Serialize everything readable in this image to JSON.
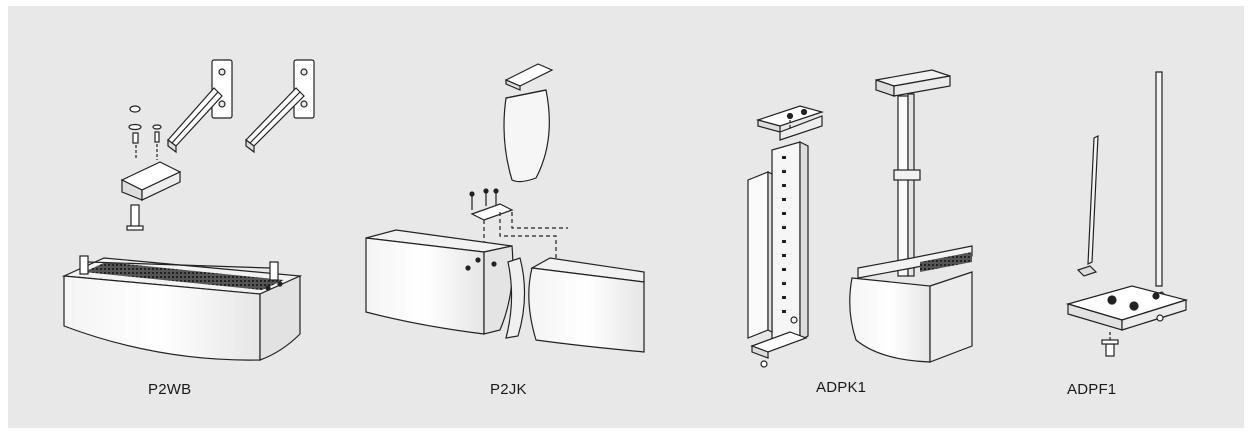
{
  "figure": {
    "background": "#e8e8e8",
    "line_color": "#222222",
    "items": [
      {
        "id": "p2wb",
        "label": "P2WB"
      },
      {
        "id": "p2jk",
        "label": "P2JK"
      },
      {
        "id": "adpk1",
        "label": "ADPK1"
      },
      {
        "id": "adpf1",
        "label": "ADPF1"
      }
    ]
  }
}
